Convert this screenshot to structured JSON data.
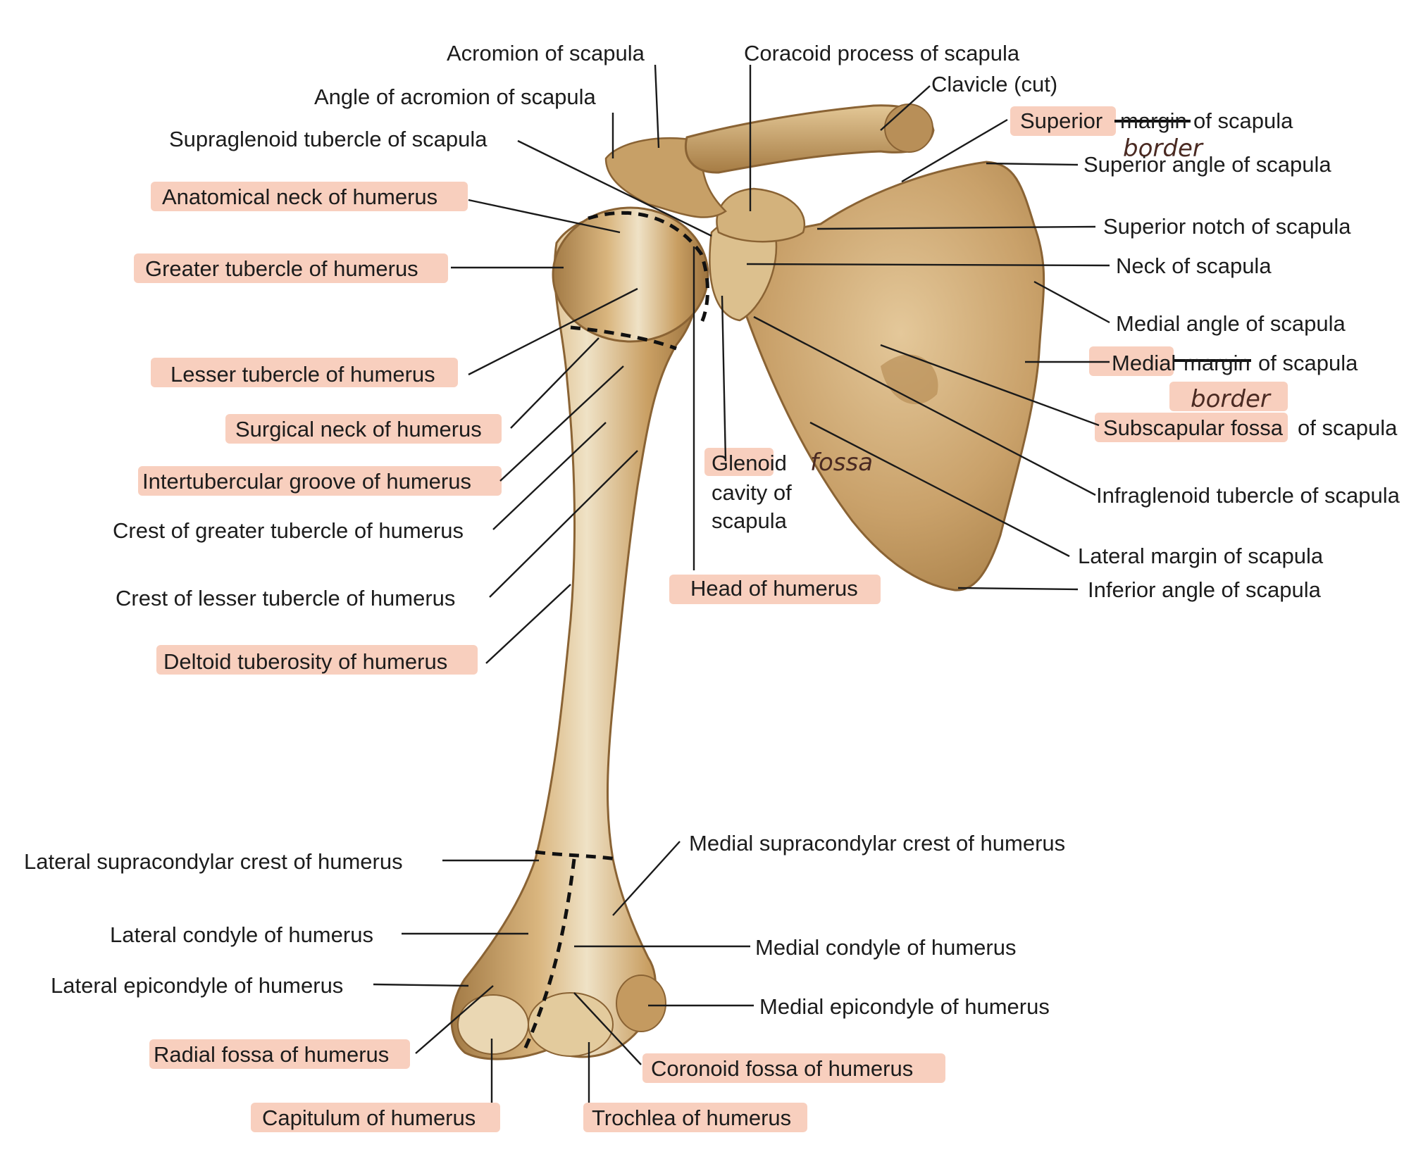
{
  "diagram": {
    "highlight_color": "#f7c7b3",
    "bone_color": "#c9a26a",
    "labels": {
      "acromion": "Acromion of scapula",
      "coracoid": "Coracoid process of scapula",
      "angle_acromion": "Angle of acromion of scapula",
      "clavicle": "Clavicle (cut)",
      "supraglenoid": "Supraglenoid tubercle of scapula",
      "superior_margin_a": "Superior",
      "superior_margin_b": "margin",
      "superior_margin_c": "of scapula",
      "superior_angle": "Superior angle of scapula",
      "anatomical_neck": "Anatomical neck of humerus",
      "superior_notch": "Superior notch of scapula",
      "greater_tubercle": "Greater tubercle of humerus",
      "neck_scapula": "Neck of scapula",
      "medial_angle": "Medial angle of scapula",
      "lesser_tubercle": "Lesser tubercle of humerus",
      "medial_margin_a": "Medial",
      "medial_margin_b": "margin",
      "medial_margin_c": "of scapula",
      "surgical_neck": "Surgical neck of humerus",
      "subscapular_a": "Subscapular fossa",
      "subscapular_b": "of scapula",
      "intertubercular": "Intertubercular groove of humerus",
      "glenoid_1": "Glenoid",
      "glenoid_2": "cavity of",
      "glenoid_3": "scapula",
      "infraglenoid": "Infraglenoid tubercle of scapula",
      "crest_greater": "Crest of greater tubercle of humerus",
      "lateral_margin": "Lateral margin of scapula",
      "head_humerus": "Head of humerus",
      "inferior_angle": "Inferior angle of scapula",
      "crest_lesser": "Crest of lesser tubercle of humerus",
      "deltoid": "Deltoid tuberosity of humerus",
      "lat_supracondylar": "Lateral supracondylar crest of humerus",
      "med_supracondylar": "Medial supracondylar crest of humerus",
      "lat_condyle": "Lateral condyle of humerus",
      "med_condyle": "Medial condyle of humerus",
      "lat_epicondyle": "Lateral epicondyle of humerus",
      "med_epicondyle": "Medial epicondyle of humerus",
      "radial_fossa": "Radial fossa of humerus",
      "coronoid_fossa": "Coronoid fossa of humerus",
      "capitulum": "Capitulum of humerus",
      "trochlea": "Trochlea of humerus"
    },
    "handwritten": {
      "border_1": "border",
      "border_2": "border",
      "fossa": "fossa"
    }
  }
}
